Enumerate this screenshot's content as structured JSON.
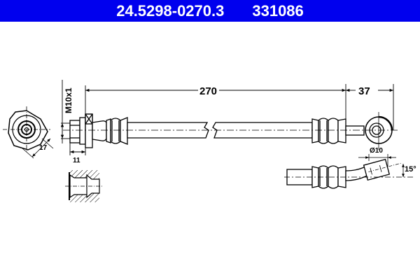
{
  "header": {
    "part_number": "24.5298-0270.3",
    "ref_number": "331086",
    "background": "#0000ee",
    "text_color": "#ffffff"
  },
  "dimensions": {
    "length_main": "270",
    "length_end": "37",
    "thread": "M10x1",
    "thread_length": "11",
    "wrench_size": "17",
    "eye_diameter": "Ø10",
    "angle": "15°"
  },
  "views": [
    {
      "name": "end-view-hex-fitting"
    },
    {
      "name": "side-view-hose"
    },
    {
      "name": "port-section-view"
    },
    {
      "name": "bent-eye-detail-view"
    }
  ]
}
